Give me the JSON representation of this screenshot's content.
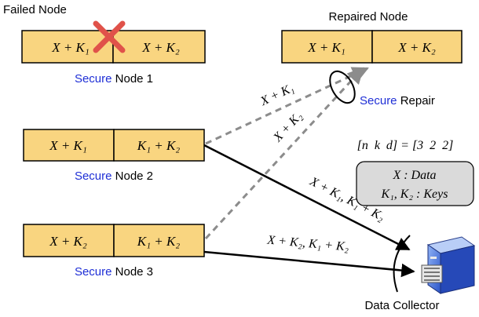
{
  "colors": {
    "cell_fill": "#F9D580",
    "secure_blue": "#1F2FD6",
    "cross_red": "#E0524A",
    "dashed_gray": "#8C8C8C",
    "legend_fill": "#DADADA"
  },
  "failed_node": {
    "caption": "Failed Node",
    "cells": [
      "X + K₁",
      "X + K₂"
    ],
    "label_prefix": "Secure",
    "label_suffix": " Node 1"
  },
  "repaired_node": {
    "caption": "Repaired Node",
    "cells": [
      "X + K₁",
      "X + K₂"
    ]
  },
  "secure_repair": {
    "prefix": "Secure",
    "suffix": " Repair"
  },
  "node2": {
    "cells": [
      "X + K₁",
      "K₁ + K₂"
    ],
    "label_prefix": "Secure",
    "label_suffix": " Node 2"
  },
  "node3": {
    "cells": [
      "X + K₂",
      "K₁ + K₂"
    ],
    "label_prefix": "Secure",
    "label_suffix": " Node 3"
  },
  "edge_labels": {
    "repair_from_node2": "X + K₁",
    "repair_from_node3": "X + K₂",
    "collect_from_node2": "X + K₁, K₁ + K₂",
    "collect_from_node3": "X + K₂, K₁ + K₂"
  },
  "parameters": "[n  k  d] = [3  2  2]",
  "legend": {
    "line1": "X : Data",
    "line2": "K₁, K₂ : Keys"
  },
  "data_collector": {
    "caption": "Data Collector",
    "icon": "file-cabinet-icon"
  }
}
